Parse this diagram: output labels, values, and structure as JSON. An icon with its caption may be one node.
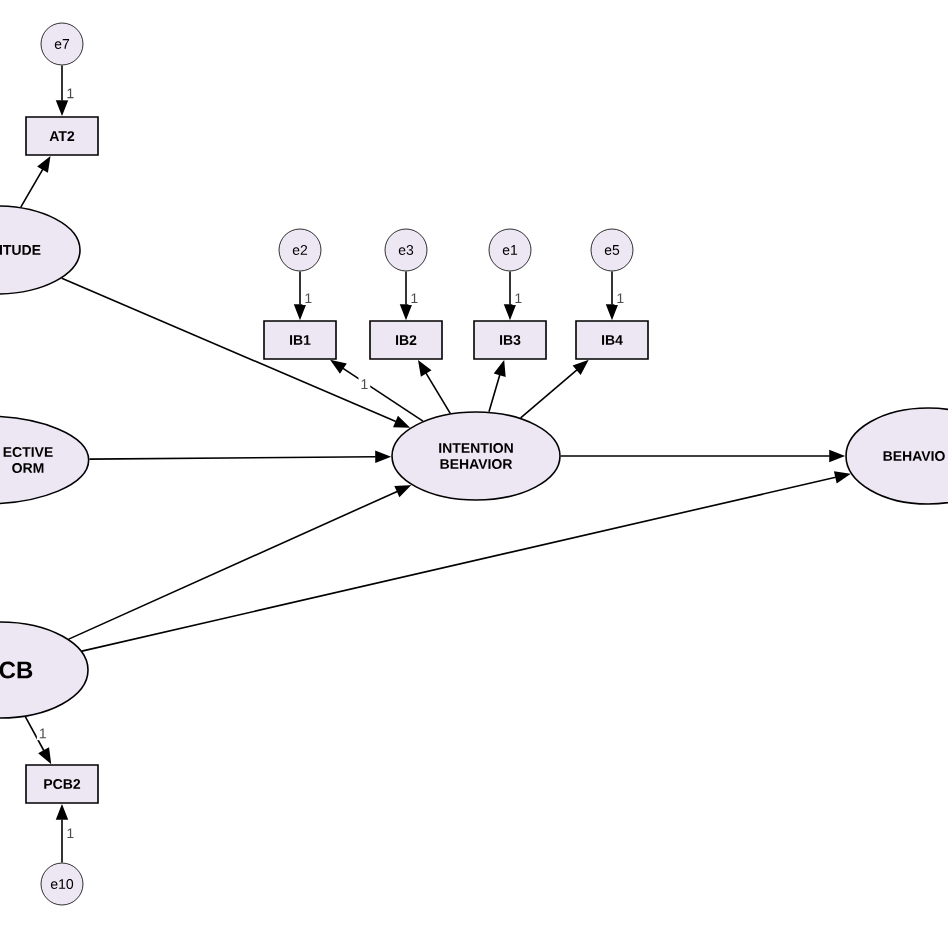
{
  "diagram": {
    "nodes": [
      {
        "text": [
          "e7"
        ]
      },
      {
        "text": [
          "AT2"
        ]
      },
      {
        "text": [
          "ITUDE"
        ]
      },
      {
        "text": [
          "e2"
        ]
      },
      {
        "text": [
          "e3"
        ]
      },
      {
        "text": [
          "e1"
        ]
      },
      {
        "text": [
          "e5"
        ]
      },
      {
        "text": [
          "IB1"
        ]
      },
      {
        "text": [
          "IB2"
        ]
      },
      {
        "text": [
          "IB3"
        ]
      },
      {
        "text": [
          "IB4"
        ]
      },
      {
        "text": [
          "ECTIVE ORM"
        ]
      },
      {
        "text": [
          "INTENTION BEHAVIOR"
        ]
      },
      {
        "text": [
          "BEHAVIO"
        ]
      },
      {
        "text": [
          "CB"
        ]
      },
      {
        "text": [
          "PCB2"
        ]
      },
      {
        "text": [
          "e10"
        ]
      }
    ],
    "edges": [
      {
        "from": 0,
        "to": 1,
        "arrow": "to",
        "label": "1"
      },
      {
        "from": 2,
        "to": 1,
        "arrow": "to"
      },
      {
        "from": 3,
        "to": 7,
        "arrow": "to",
        "label": "1"
      },
      {
        "from": 4,
        "to": 8,
        "arrow": "to",
        "label": "1"
      },
      {
        "from": 5,
        "to": 9,
        "arrow": "to",
        "label": "1"
      },
      {
        "from": 6,
        "to": 10,
        "arrow": "to",
        "label": "1"
      },
      {
        "from": 12,
        "to": 7,
        "arrow": "to",
        "label": "1"
      },
      {
        "from": 12,
        "to": 8,
        "arrow": "to"
      },
      {
        "from": 12,
        "to": 9,
        "arrow": "to"
      },
      {
        "from": 12,
        "to": 10,
        "arrow": "to"
      },
      {
        "from": 2,
        "to": 12,
        "arrow": "to"
      },
      {
        "from": 11,
        "to": 12,
        "arrow": "to"
      },
      {
        "from": 14,
        "to": 12,
        "arrow": "to"
      },
      {
        "from": 12,
        "to": 13,
        "arrow": "to"
      },
      {
        "from": 14,
        "to": 13,
        "arrow": "to"
      },
      {
        "from": 14,
        "to": 15,
        "arrow": "to",
        "label": "1"
      },
      {
        "from": 16,
        "to": 15,
        "arrow": "to",
        "label": "1"
      }
    ]
  }
}
